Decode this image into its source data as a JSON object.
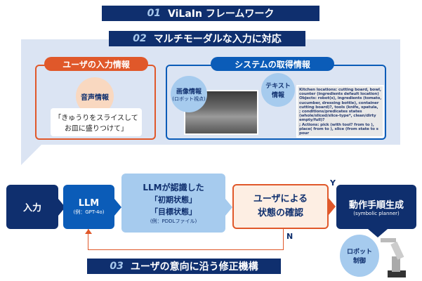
{
  "title": {
    "num": "01",
    "text": "ViLaIn フレームワーク"
  },
  "section2": {
    "num": "02",
    "text": "マルチモーダルな入力に対応"
  },
  "user_input": {
    "header": "ユーザの入力情報",
    "voice_label": "音声情報",
    "speech_line1": "「きゅうりをスライスして",
    "speech_line2": "お皿に盛りつけて」"
  },
  "system": {
    "header": "システムの取得情報",
    "image_label": "画像情報",
    "image_sub": "(ロボット視点)",
    "text_label1": "テキスト",
    "text_label2": "情報",
    "text_lines": [
      "Kitchen locations: cutting board, bowl,",
      "counter (ingredients default location)",
      "Objects: robot(s), ingredients (tomato,",
      "cucumber, dressing bottle), container",
      "cutting board)?, tools (knife, spatula,",
      "; conditions/predicates states",
      "(whole/sliced/slice-type*, clean/dirty",
      "empty/full)?",
      "; Actions: pick (with tool? from to ),",
      "place( from to ), slice (from state to s",
      "pour"
    ]
  },
  "flow": {
    "input": "入力",
    "llm": "LLM",
    "llm_sub": "(例：GPT-4o)",
    "state_line1": "LLMが認識した",
    "state_line2": "「初期状態」",
    "state_line3": "「目標状態」",
    "state_sub": "(例：PDDLファイル)",
    "confirm_line1": "ユーザによる",
    "confirm_line2": "状態の確認",
    "yes": "Y",
    "no": "N",
    "plan": "動作手順生成",
    "plan_sub": "(symbolic planner)",
    "robot_line1": "ロボット",
    "robot_line2": "制御"
  },
  "section3": {
    "num": "03",
    "text": "ユーザの意向に沿う修正機構"
  },
  "colors": {
    "navy": "#0f2f6e",
    "blue": "#0b5cb8",
    "light_blue": "#a6cbee",
    "orange": "#e0582a",
    "panel": "#dbe4f3"
  }
}
